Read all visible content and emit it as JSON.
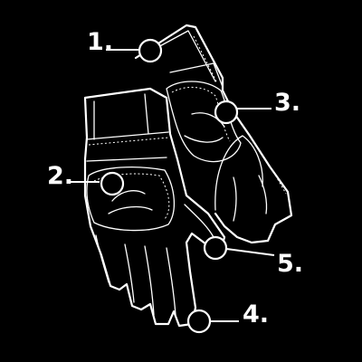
{
  "colors": {
    "background": "#000000",
    "line": "#ffffff"
  },
  "callouts": [
    {
      "id": "1",
      "label": "1."
    },
    {
      "id": "2",
      "label": "2."
    },
    {
      "id": "3",
      "label": "3."
    },
    {
      "id": "4",
      "label": "4."
    },
    {
      "id": "5",
      "label": "5."
    }
  ]
}
